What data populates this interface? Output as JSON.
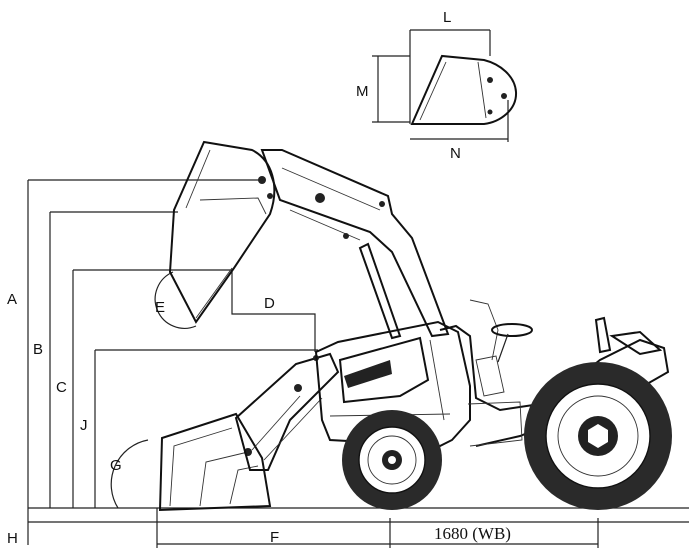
{
  "diagram": {
    "labels": {
      "A": "A",
      "B": "B",
      "C": "C",
      "D": "D",
      "E": "E",
      "F": "F",
      "G": "G",
      "H": "H",
      "J": "J",
      "L": "L",
      "M": "M",
      "N": "N"
    },
    "wheelbase_text": "1680 (WB)"
  }
}
